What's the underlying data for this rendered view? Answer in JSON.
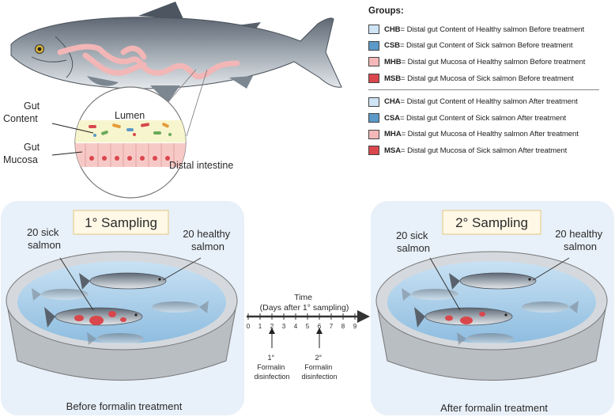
{
  "legend": {
    "title": "Groups:",
    "before": [
      {
        "code": "CHB",
        "text": " = Distal gut Content of Healthy salmon Before treatment",
        "color": "#cfe4f5"
      },
      {
        "code": "CSB",
        "text": " = Distal gut Content of Sick salmon Before treatment",
        "color": "#5b9ac9"
      },
      {
        "code": "MHB",
        "text": "= Distal gut Mucosa of Healthy salmon Before treatment",
        "color": "#f4b8b8"
      },
      {
        "code": "MSB",
        "text": " = Distal gut Mucosa of Sick salmon Before treatment",
        "color": "#d9474d"
      }
    ],
    "after": [
      {
        "code": "CHA",
        "text": " = Distal gut Content of Healthy salmon After treatment",
        "color": "#cfe4f5"
      },
      {
        "code": "CSA",
        "text": " = Distal gut Content of Sick salmon After treatment",
        "color": "#5b9ac9"
      },
      {
        "code": "MHA",
        "text": " = Distal gut Mucosa of Healthy salmon After treatment",
        "color": "#f4b8b8"
      },
      {
        "code": "MSA",
        "text": " = Distal gut Mucosa of Sick salmon After treatment",
        "color": "#d9474d"
      }
    ]
  },
  "anatomy": {
    "gut_content": [
      "Gut",
      "Content"
    ],
    "gut_mucosa": [
      "Gut",
      "Mucosa"
    ],
    "lumen": "Lumen",
    "distal_intestine": "Distal intestine"
  },
  "sampling1": {
    "title": "1° Sampling",
    "sick": [
      "20 sick",
      "salmon"
    ],
    "healthy": [
      "20 healthy",
      "salmon"
    ],
    "caption": "Before formalin treatment"
  },
  "sampling2": {
    "title": "2° Sampling",
    "sick": [
      "20 sick",
      "salmon"
    ],
    "healthy": [
      "20 healthy",
      "salmon"
    ],
    "caption": "After formalin treatment"
  },
  "timeline": {
    "title": [
      "Time",
      "(Days after 1° sampling)"
    ],
    "ticks": [
      "0",
      "1",
      "2",
      "3",
      "4",
      "5",
      "6",
      "7",
      "8",
      "9"
    ],
    "event1": [
      "1°",
      "Formalin",
      "disinfection"
    ],
    "event2": [
      "2°",
      "Formalin",
      "disinfection"
    ]
  },
  "colors": {
    "panel_bg": "#e8f0f9",
    "label_box": "#fff8e6",
    "water": "#a8cde8",
    "lesion": "#d9474d",
    "gut_pink": "#f2b6b6"
  }
}
